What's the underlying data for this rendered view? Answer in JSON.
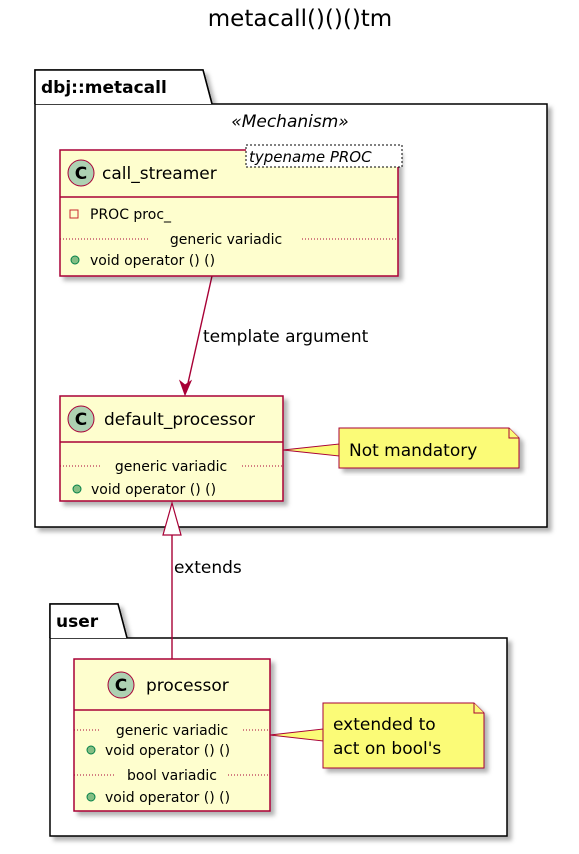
{
  "title": "metacall()()()tm",
  "colors": {
    "class_fill": "#FEFECE",
    "class_border": "#A80036",
    "circle_fill": "#ADD1B2",
    "note_fill": "#FBFB77",
    "arrow": "#A80036",
    "private_marker": "#C82930",
    "public_marker": "#84BE84",
    "package_border": "#000000"
  },
  "packages": {
    "dbj": {
      "name": "dbj::metacall",
      "stereotype": "«Mechanism»"
    },
    "user": {
      "name": "user"
    }
  },
  "classes": {
    "call_streamer": {
      "circle_letter": "C",
      "name": "call_streamer",
      "template": "typename PROC",
      "field": "PROC proc_",
      "separator": "generic variadic",
      "method": "void operator () ()"
    },
    "default_processor": {
      "circle_letter": "C",
      "name": "default_processor",
      "separator": "generic variadic",
      "method": "void operator () ()"
    },
    "processor": {
      "circle_letter": "C",
      "name": "processor",
      "separator1": "generic variadic",
      "method1": "void operator () ()",
      "separator2": "bool variadic",
      "method2": "void operator () ()"
    }
  },
  "notes": {
    "not_mandatory": "Not mandatory",
    "extended_line1": "extended to",
    "extended_line2": "act on bool's"
  },
  "relations": {
    "template_argument": "template argument",
    "extends": "extends"
  }
}
